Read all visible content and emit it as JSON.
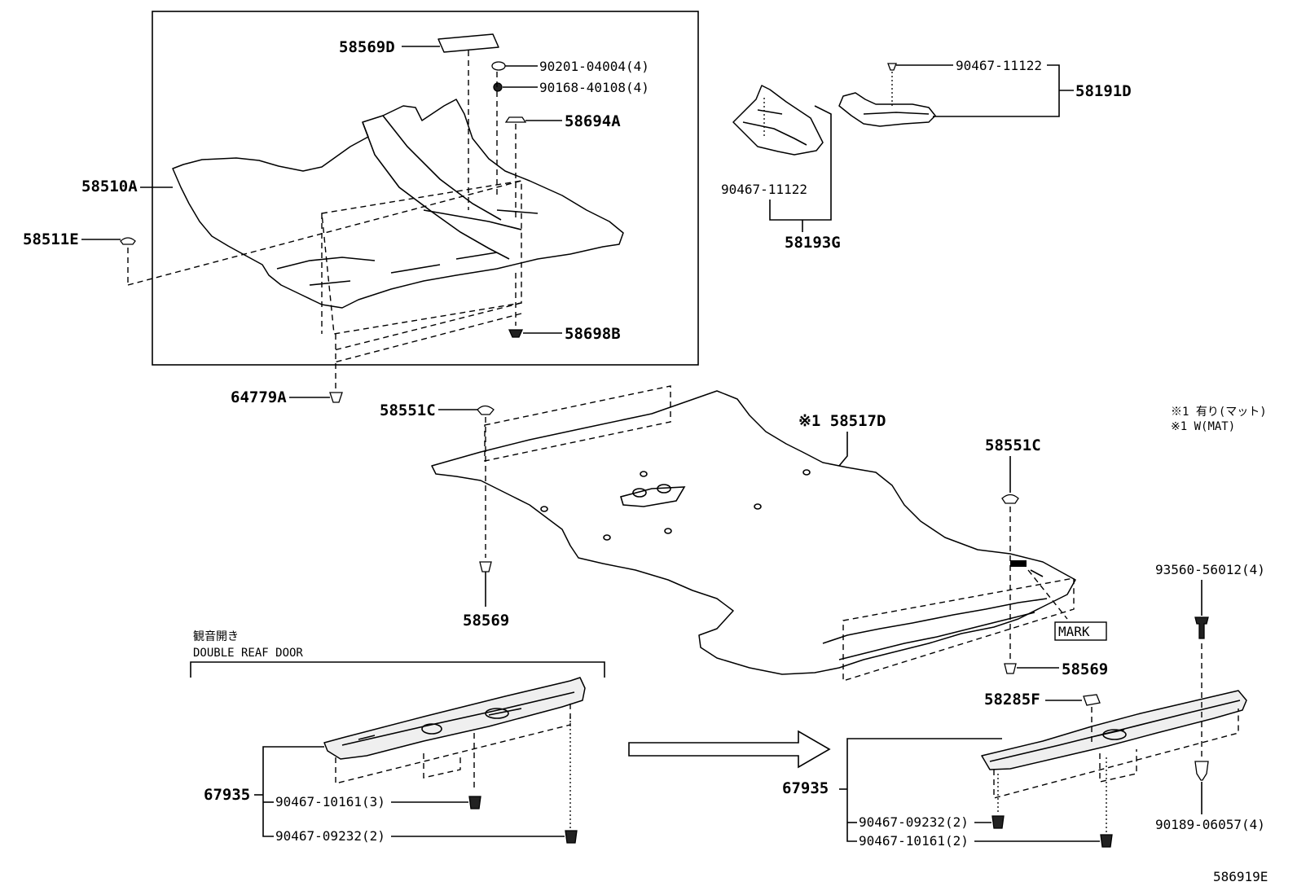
{
  "labels": {
    "p58569D": "58569D",
    "p90201": "90201-04004(4)",
    "p90168": "90168-40108(4)",
    "p58694A": "58694A",
    "p58510A": "58510A",
    "p58511E": "58511E",
    "p58698B": "58698B",
    "p64779A": "64779A",
    "p90467_top": "90467-11122",
    "p58191D": "58191D",
    "p90467_mid": "90467-11122",
    "p58193G": "58193G",
    "p58551C_left": "58551C",
    "p58517D": "※1 58517D",
    "p58551C_right": "58551C",
    "p58569_left": "58569",
    "p58569_right": "58569",
    "mark": "MARK",
    "p93560": "93560-56012(4)",
    "p58285F": "58285F",
    "p67935_left": "67935",
    "p90467_10161_3": "90467-10161(3)",
    "p90467_09232_2_left": "90467-09232(2)",
    "p67935_right": "67935",
    "p90467_09232_2_right": "90467-09232(2)",
    "p90467_10161_2": "90467-10161(2)",
    "p90189": "90189-06057(4)"
  },
  "notes": {
    "jp_line": "※1 有り(マット)",
    "en_line": "※1 W(MAT)",
    "door_jp": "観音開き",
    "door_en": "DOUBLE REAF DOOR"
  },
  "figure_id": "586919E"
}
